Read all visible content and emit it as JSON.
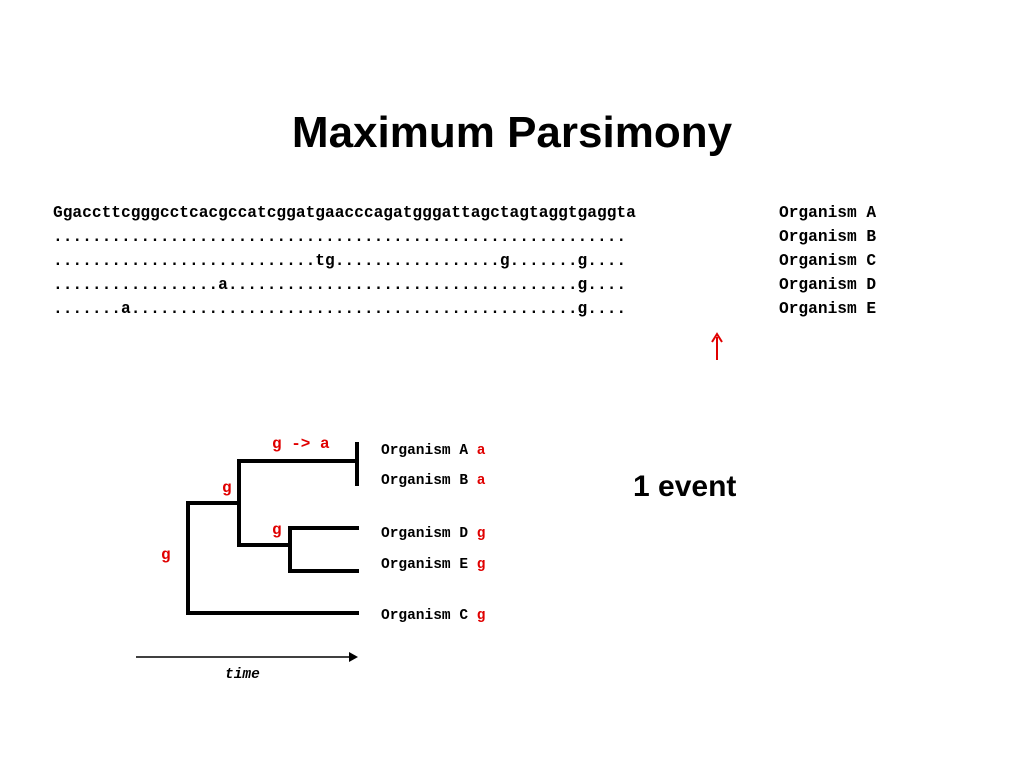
{
  "slide": {
    "title": "Maximum Parsimony"
  },
  "alignment": {
    "rows": [
      {
        "sequence": "Ggaccttcgggcctcacgccatcggatgaacccagatgggattagctagtaggtgaggta",
        "label": "Organism A"
      },
      {
        "sequence": "...........................................................",
        "label": "Organism B"
      },
      {
        "sequence": "...........................tg.................g.......g....",
        "label": "Organism C"
      },
      {
        "sequence": ".................a....................................g....",
        "label": "Organism D"
      },
      {
        "sequence": ".......a..............................................g....",
        "label": "Organism E"
      }
    ]
  },
  "marker": {
    "color": "#e00000"
  },
  "tree": {
    "leaves": [
      {
        "name": "Organism A",
        "state": "a"
      },
      {
        "name": "Organism B",
        "state": "a"
      },
      {
        "name": "Organism D",
        "state": "g"
      },
      {
        "name": "Organism E",
        "state": "g"
      },
      {
        "name": "Organism C",
        "state": "g"
      }
    ],
    "internal_states": {
      "root": "g",
      "ab_de": "g",
      "de": "g",
      "ab_change": "g -> a"
    },
    "event_count": "1 event",
    "time_axis_label": "time"
  },
  "colors": {
    "state_highlight": "#e00000",
    "text": "#000000",
    "background": "#ffffff"
  }
}
